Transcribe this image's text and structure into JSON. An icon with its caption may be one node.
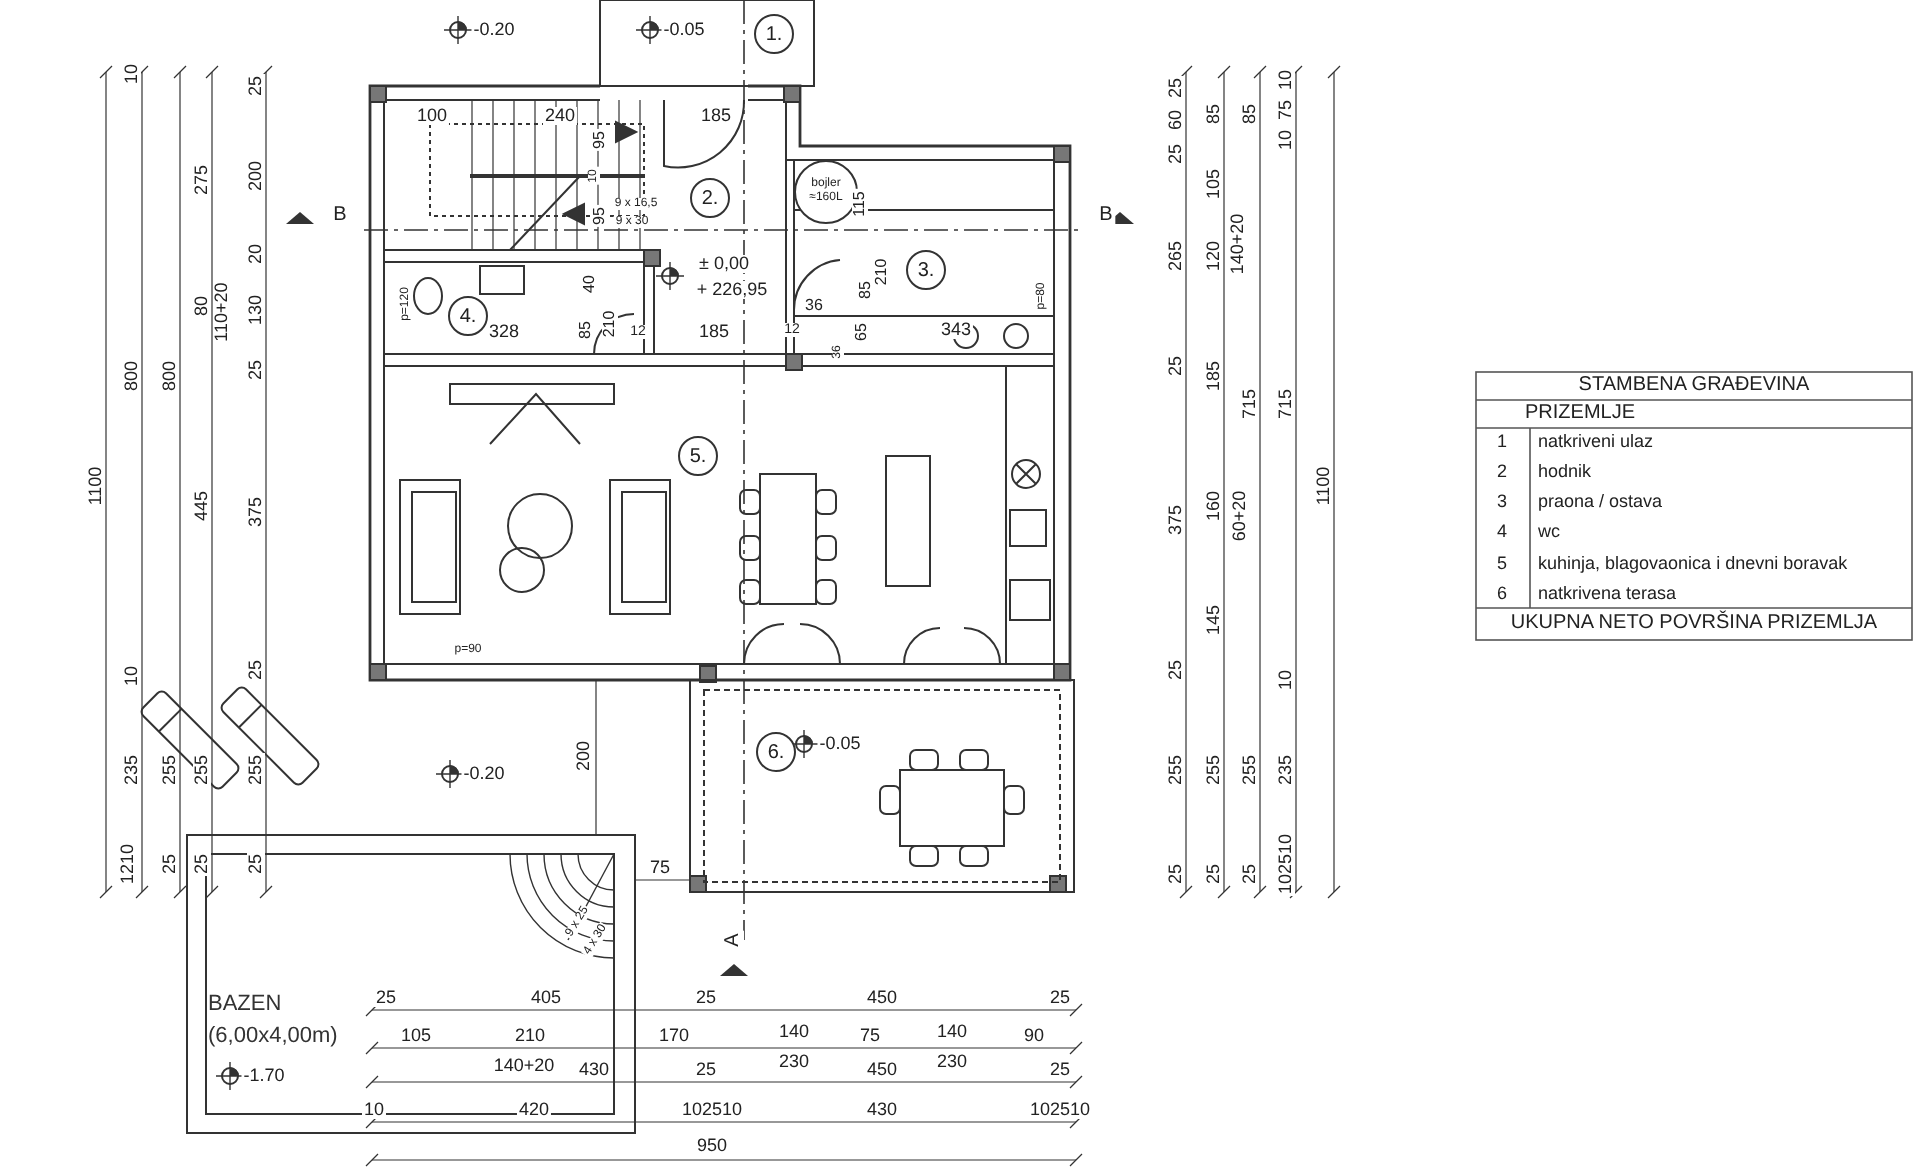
{
  "diagram": {
    "nodes": [
      {
        "text": [
          "1."
        ]
      },
      {
        "text": [
          "2."
        ]
      },
      {
        "text": [
          "bojler ≈160L"
        ]
      },
      {
        "text": [
          "3."
        ]
      },
      {
        "text": [
          "4."
        ]
      },
      {
        "text": [
          "5."
        ]
      },
      {
        "text": [
          "6."
        ]
      },
      {
        "text": [
          "BAZEN (6,00x4,00m)"
        ]
      }
    ],
    "edges": [],
    "labels": [
      "-0.20",
      "-0.05",
      "100",
      "240",
      "185",
      "95",
      "10",
      "95",
      "9 x 16,5",
      "9 x 30",
      "115",
      "B",
      "B",
      "p=120",
      "40",
      "± 0,00",
      "+ 226,95",
      "36",
      "85",
      "210",
      "p=80",
      "328",
      "85",
      "210",
      "12",
      "185",
      "12",
      "65",
      "36",
      "343",
      "p=90",
      "-0.05",
      "200",
      "-0.20",
      "75",
      "9 x 25",
      "4 x 30",
      "A",
      "-1.70",
      "10",
      "25",
      "275",
      "200",
      "20",
      "80",
      "110+20",
      "130",
      "800",
      "800",
      "25",
      "1100",
      "445",
      "375",
      "10",
      "25",
      "235",
      "255",
      "255",
      "255",
      "1210",
      "25",
      "25",
      "25",
      "25",
      "60",
      "25",
      "85",
      "85",
      "10",
      "75",
      "10",
      "105",
      "265",
      "120",
      "140+20",
      "25",
      "185",
      "715",
      "715",
      "1100",
      "375",
      "160",
      "60+20",
      "145",
      "25",
      "10",
      "255",
      "255",
      "255",
      "235",
      "25",
      "25",
      "25",
      "102510",
      "25",
      "405",
      "25",
      "450",
      "25",
      "105",
      "210",
      "170",
      "140",
      "75",
      "140",
      "90",
      "140+20",
      "430",
      "25",
      "230",
      "450",
      "230",
      "25",
      "10",
      "420",
      "102510",
      "430",
      "102510",
      "950",
      "STAMBENA GRAĐEVINA",
      "PRIZEMLJE",
      "1",
      "natkriveni ulaz",
      "2",
      "hodnik",
      "3",
      "praona / ostava",
      "4",
      "wc",
      "5",
      "kuhinja, blagovaonica i dnevni boravak",
      "6",
      "natkrivena terasa",
      "UKUPNA NETO POVRŠINA PRIZEMLJA"
    ]
  }
}
